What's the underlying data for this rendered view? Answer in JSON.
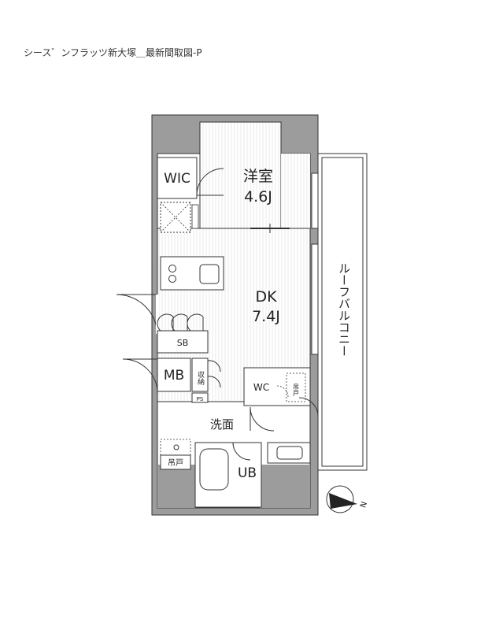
{
  "caption": "シース゛ンフラッツ新大塚＿最新間取図-P",
  "rooms": {
    "wic": "WIC",
    "bedroom_name": "洋室",
    "bedroom_size": "4.6J",
    "dk_name": "DK",
    "dk_size": "7.4J",
    "sb": "SB",
    "mb": "MB",
    "storage": "収納",
    "ps": "PS",
    "wc": "WC",
    "hanging_cabinet": "吊戸",
    "washroom": "洗面",
    "ub": "UB",
    "roof_balcony": "ルーフバルコニー"
  },
  "compass": {
    "north_label": "N"
  },
  "colors": {
    "wall": "#9c9c9c",
    "line": "#333333",
    "floor": "#ffffff"
  }
}
